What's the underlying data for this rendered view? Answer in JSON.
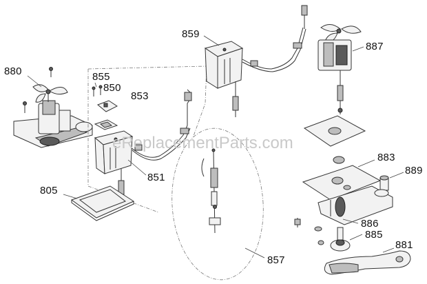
{
  "watermark": "eReplacementParts.com",
  "labels": {
    "p880": "880",
    "p855": "855",
    "p850": "850",
    "p853": "853",
    "p859": "859",
    "p887": "887",
    "p851": "851",
    "p805": "805",
    "p857": "857",
    "p883": "883",
    "p889": "889",
    "p886": "886",
    "p885": "885",
    "p881": "881"
  }
}
